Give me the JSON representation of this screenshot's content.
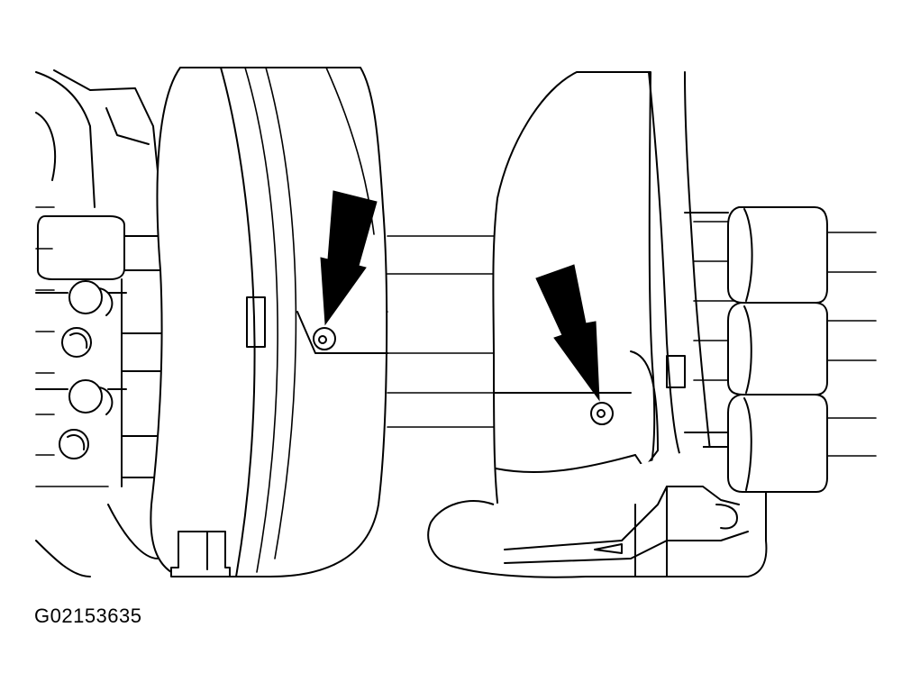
{
  "figure": {
    "id_label": "G02153635",
    "callouts": [
      {
        "name": "arrow-to-left-bolt",
        "target": "left-bolt"
      },
      {
        "name": "arrow-to-right-bolt",
        "target": "right-bolt"
      }
    ],
    "colors": {
      "line": "#000000",
      "background": "#ffffff"
    }
  }
}
